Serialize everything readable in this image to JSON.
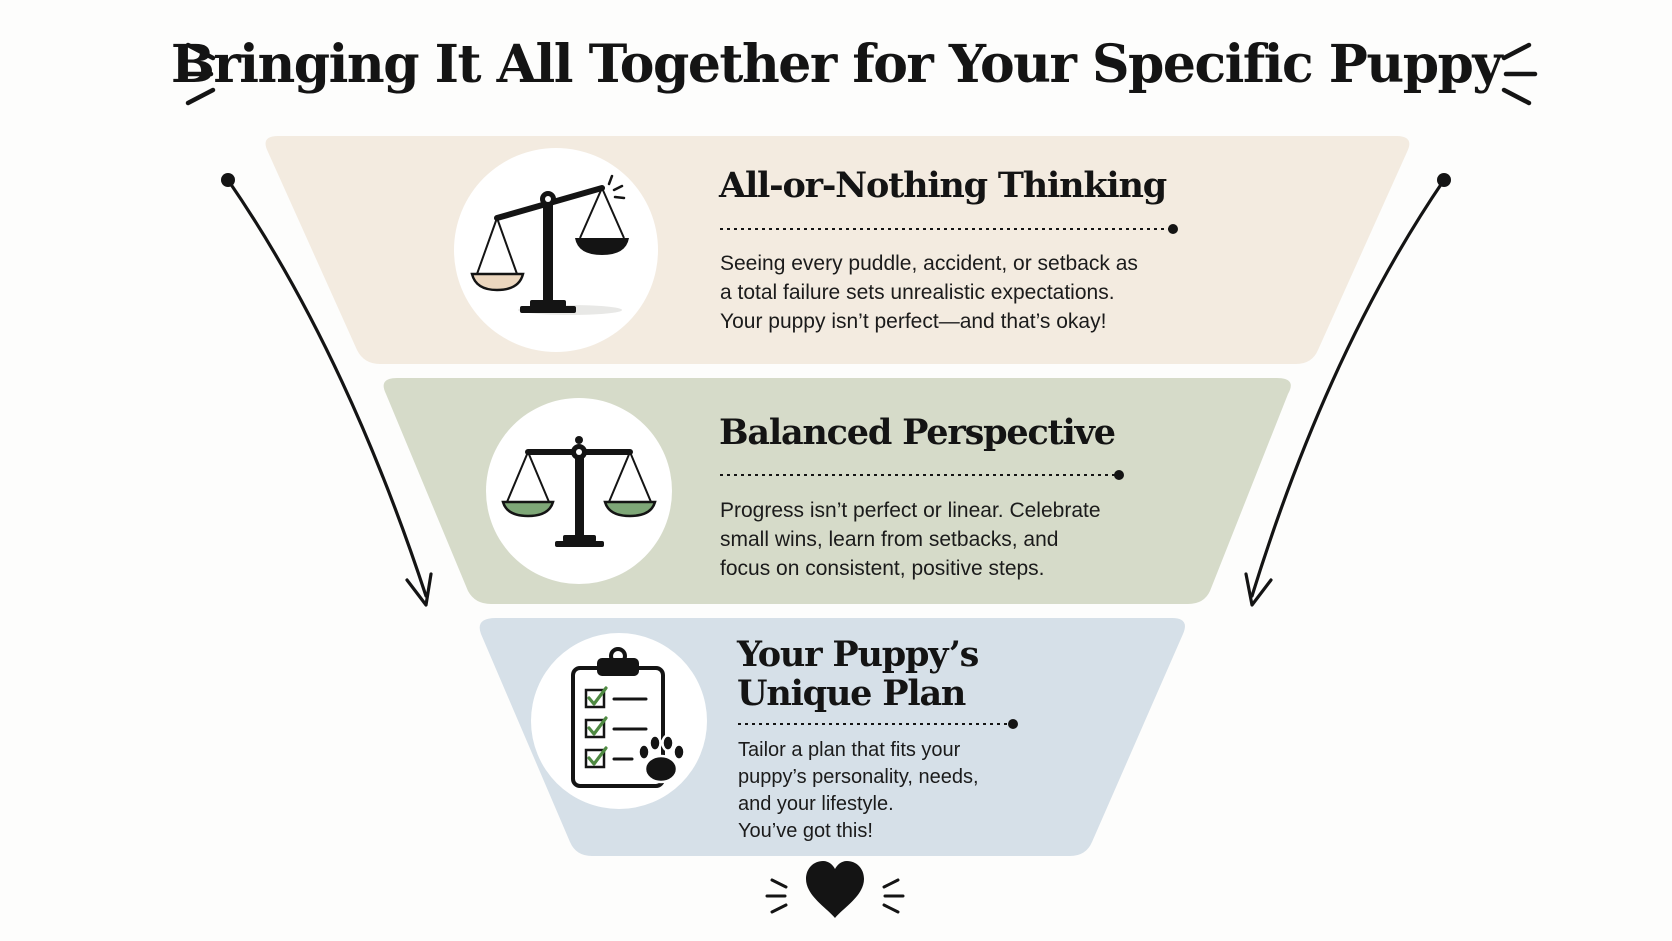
{
  "title": "Bringing It All Together for Your Specific Puppy",
  "tiers": [
    {
      "heading": "All-or-Nothing Thinking",
      "body_lines": [
        "Seeing every puddle, accident, or setback as",
        "a total failure sets unrealistic expectations.",
        "Your puppy isn’t perfect—and that’s okay!"
      ],
      "icon": "unbalanced-scale-icon",
      "color": "#f3ebe0"
    },
    {
      "heading": "Balanced Perspective",
      "body_lines": [
        "Progress isn’t perfect or linear. Celebrate",
        "small wins, learn from setbacks, and",
        "focus on consistent, positive steps."
      ],
      "icon": "balanced-scale-icon",
      "color": "#d6dbc9"
    },
    {
      "heading_lines": [
        "Your Puppy’s",
        "Unique Plan"
      ],
      "body_lines": [
        "Tailor a plan that fits your",
        "puppy’s personality, needs,",
        "and your lifestyle.",
        "You’ve got this!"
      ],
      "icon": "clipboard-checklist-paw-icon",
      "color": "#d6e0e8"
    }
  ],
  "decorations": {
    "arrows": [
      "left-curved-arrow-icon",
      "right-curved-arrow-icon"
    ],
    "bottom": "heart-icon",
    "sparkles": "burst-lines-icon"
  }
}
